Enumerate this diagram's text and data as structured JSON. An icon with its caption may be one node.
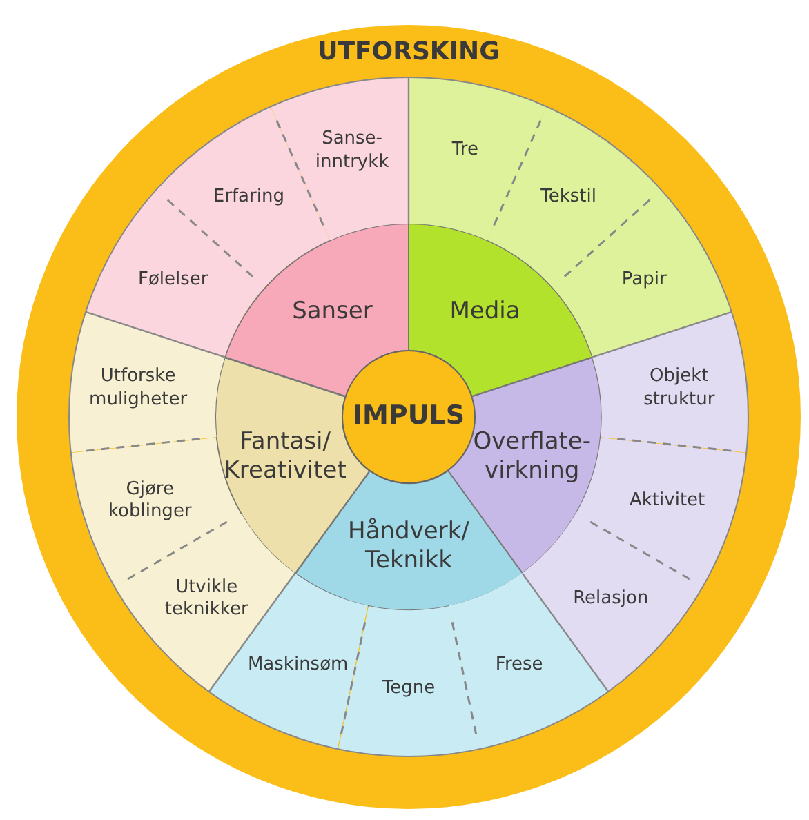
{
  "diagram": {
    "nodes": [
      {
        "text": [
          "UTFORSKING"
        ]
      },
      {
        "text": [
          "Sanser"
        ],
        "in": 0
      },
      {
        "text": [
          "Media"
        ],
        "in": 0
      },
      {
        "text": [
          "Overflate- virkning"
        ],
        "in": 0
      },
      {
        "text": [
          "Håndverk/ Teknikk"
        ],
        "in": 0
      },
      {
        "text": [
          "Fantasi/ Kreativitet"
        ],
        "in": 0
      },
      {
        "text": [
          "IMPULS"
        ],
        "in": 0
      },
      {
        "text": [
          "Følelser"
        ],
        "in": 0
      },
      {
        "text": [
          "Erfaring"
        ],
        "in": 0
      },
      {
        "text": [
          "Sanse- inntrykk"
        ],
        "in": 0
      },
      {
        "text": [
          "Tre"
        ],
        "in": 0
      },
      {
        "text": [
          "Tekstil"
        ],
        "in": 0
      },
      {
        "text": [
          "Papir"
        ],
        "in": 0
      },
      {
        "text": [
          "Objekt struktur"
        ],
        "in": 0
      },
      {
        "text": [
          "Aktivitet"
        ],
        "in": 0
      },
      {
        "text": [
          "Relasjon"
        ],
        "in": 0
      },
      {
        "text": [
          "Frese"
        ],
        "in": 0
      },
      {
        "text": [
          "Tegne"
        ],
        "in": 0
      },
      {
        "text": [
          "Maskinsøm"
        ],
        "in": 0
      },
      {
        "text": [
          "Utvikle teknikker"
        ],
        "in": 0
      },
      {
        "text": [
          "Gjøre koblinger"
        ],
        "in": 0
      },
      {
        "text": [
          "Utforske muligheter"
        ],
        "in": 0
      }
    ]
  }
}
